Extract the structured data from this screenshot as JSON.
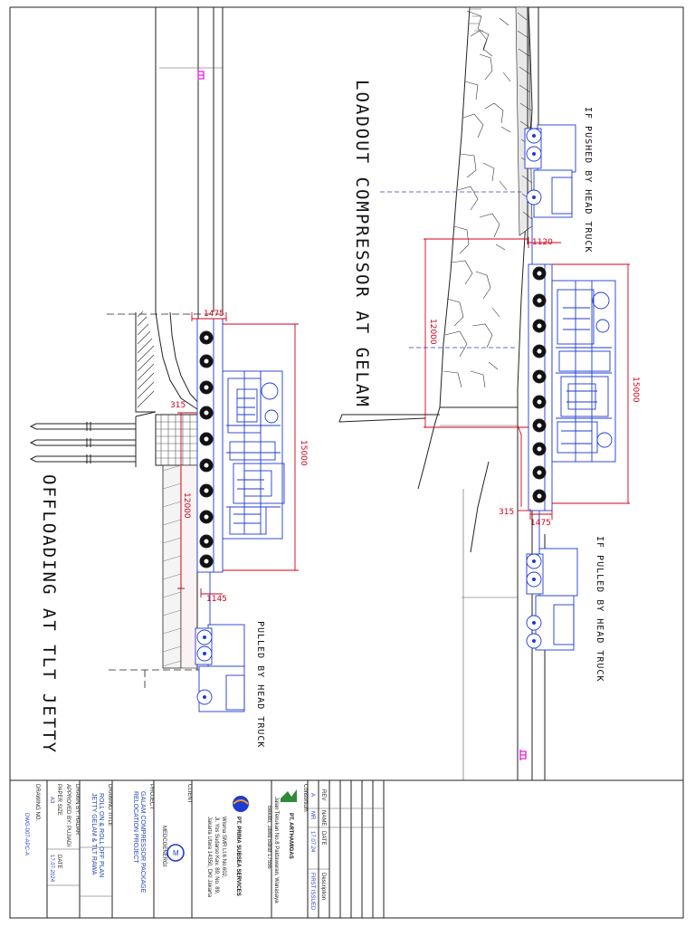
{
  "labels": {
    "loadout": "LOADOUT COMPRESSOR AT GELAM",
    "offloading": "OFFLOADING AT TLT JETTY",
    "pushed": "IF PUSHED BY HEAD TRUCK",
    "pulled_right": "IF PULLED BY HEAD TRUCK",
    "pulled_left": "PULLED BY HEAD TRUCK"
  },
  "dimensions": {
    "r_1120": "1120",
    "r_12000": "12000",
    "r_15000": "15000",
    "r_315": "315",
    "r_1475": "1475",
    "l_1475": "1475",
    "l_15000": "15000",
    "l_12000": "12000",
    "l_1145": "1145",
    "l_315": "315"
  },
  "title_block": {
    "rev_row": {
      "rev": "A",
      "name": "MR",
      "date": "17.07.24",
      "desc": "FIRST ISSUED"
    },
    "rev_headers": {
      "rev": "REV",
      "name": "NAME",
      "date": "DATE",
      "desc": "Description"
    },
    "consortium_label": "Consortium",
    "arthamigas_name": "PT. ARTHAMIGAS",
    "arthamigas_addr1": "Jalan Tekukan No.8 Paldawaran, Wanasaya",
    "arthamigas_addr2": "Bekasi, Jawa Barat 17556",
    "primasubsea_name": "PT. PRIMA SUBSEA SERVICES",
    "primasubsea_addr1": "Wisma SMR Lt.6 No.602,",
    "primasubsea_addr2": "Jl. Yos Sudarso Kav. 89, No. 89,",
    "primasubsea_addr3": "Jakarta Utara 14350, DKI Jakarta",
    "client_label": "CLIENT",
    "client_name": "MEDCOENERGI",
    "project_label": "PROJECT",
    "project_line1": "GALAM COMPRESSOR PACKAGE",
    "project_line2": "RELOCATION PROJECT",
    "drawing_title_label": "DRAWING TITLE",
    "drawing_title_line1": "ROLL ON & ROLL OFF PLAN",
    "drawing_title_line2": "JETTY GELAM & TLT RAWA",
    "drawn_by_label": "DRAWN BY: HADAR",
    "approved_by_label": "APPROVED BY: PUJIADI",
    "paper_size_label": "PAPER SIZE",
    "paper_size_value": "A3",
    "date_label": "DATE",
    "date_value": "17.07.2024",
    "drawing_no_label": "DRAWING NO.",
    "drawing_no_value": "DWG-007-APC-A"
  },
  "colors": {
    "equipment": "#1f3bd1",
    "dimension": "#d0021b",
    "marker": "#e020e0",
    "line": "#222222"
  }
}
